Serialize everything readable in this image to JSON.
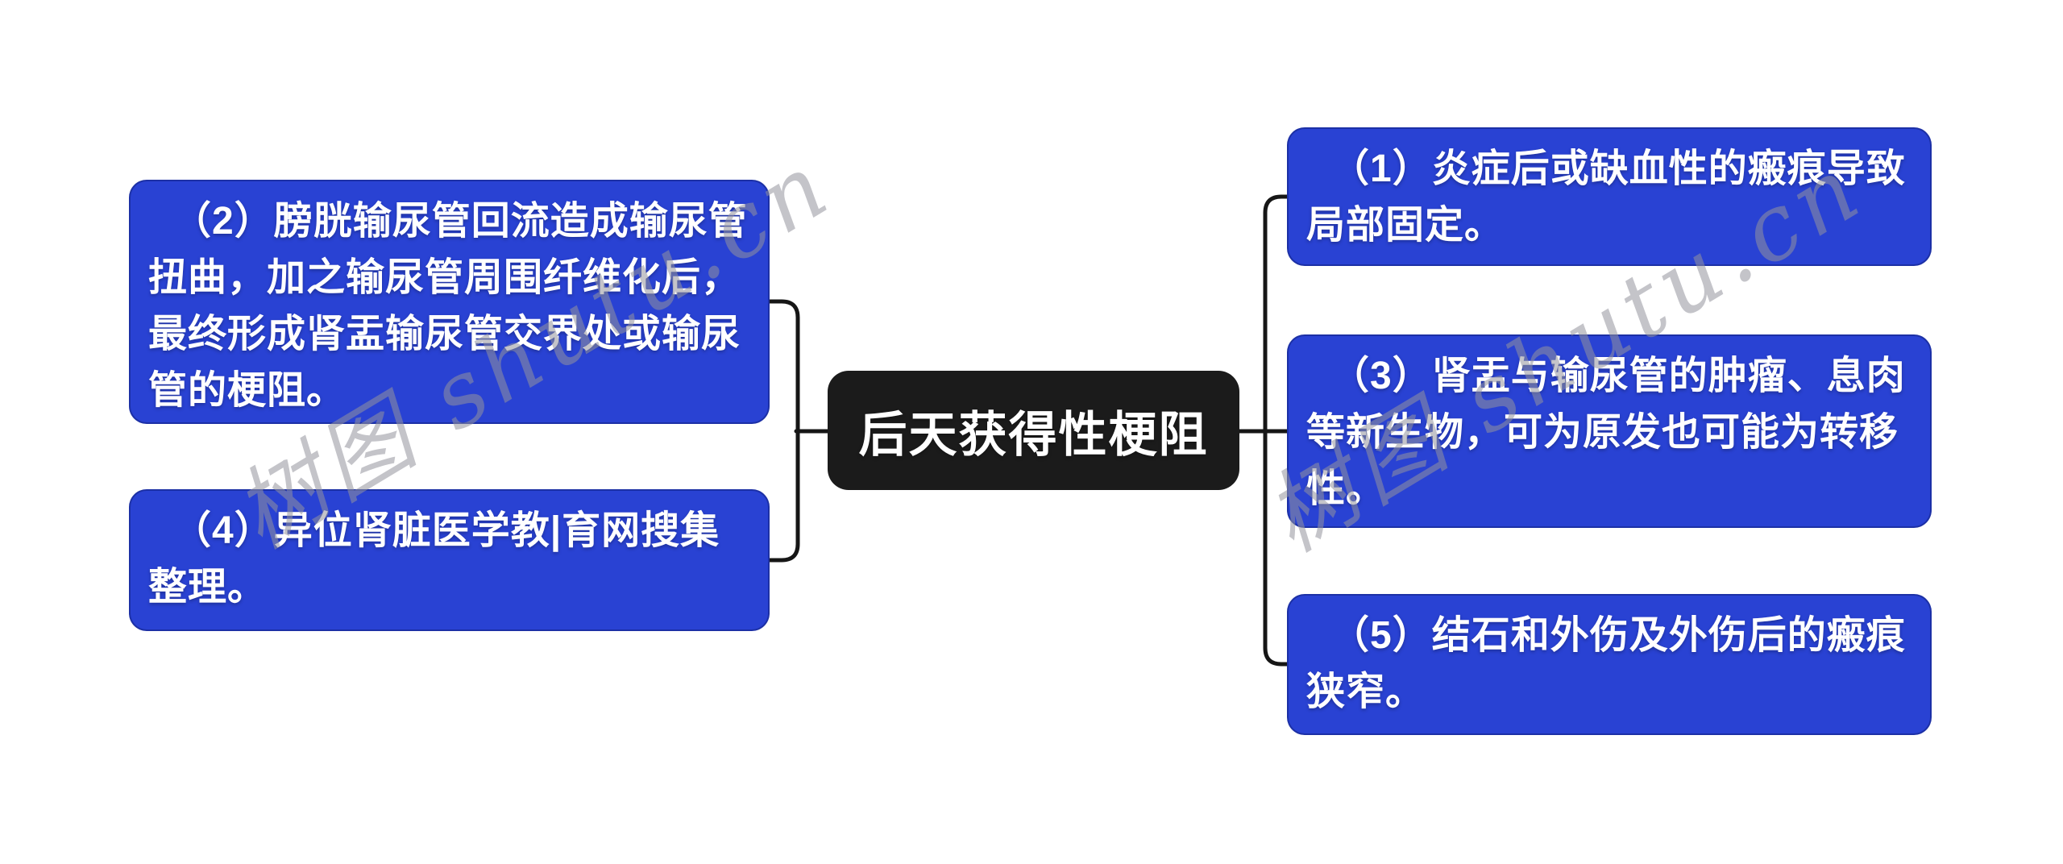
{
  "diagram": {
    "root": {
      "label": "后天获得性梗阻"
    },
    "branches_left": [
      {
        "text": "（2）膀胱输尿管回流造成输尿管扭曲，加之输尿管周围纤维化后，最终形成肾盂输尿管交界处或输尿管的梗阻。"
      },
      {
        "text": "（4）异位肾脏医学教|育网搜集整理。"
      }
    ],
    "branches_right": [
      {
        "text": "（1）炎症后或缺血性的瘢痕导致局部固定。"
      },
      {
        "text": "（3）肾盂与输尿管的肿瘤、息肉等新生物，可为原发也可能为转移性。"
      },
      {
        "text": "（5）结石和外伤及外伤后的瘢痕狭窄。"
      }
    ],
    "watermarks": [
      {
        "text": "树图 shutu.cn"
      },
      {
        "text": "树图 shutu.cn"
      }
    ],
    "colors": {
      "branch_fill": "#2942d3",
      "root_fill": "#1b1b1b",
      "text": "#ffffff",
      "connector": "#161616",
      "watermark": "#c2c2c8",
      "background": "#ffffff"
    }
  }
}
